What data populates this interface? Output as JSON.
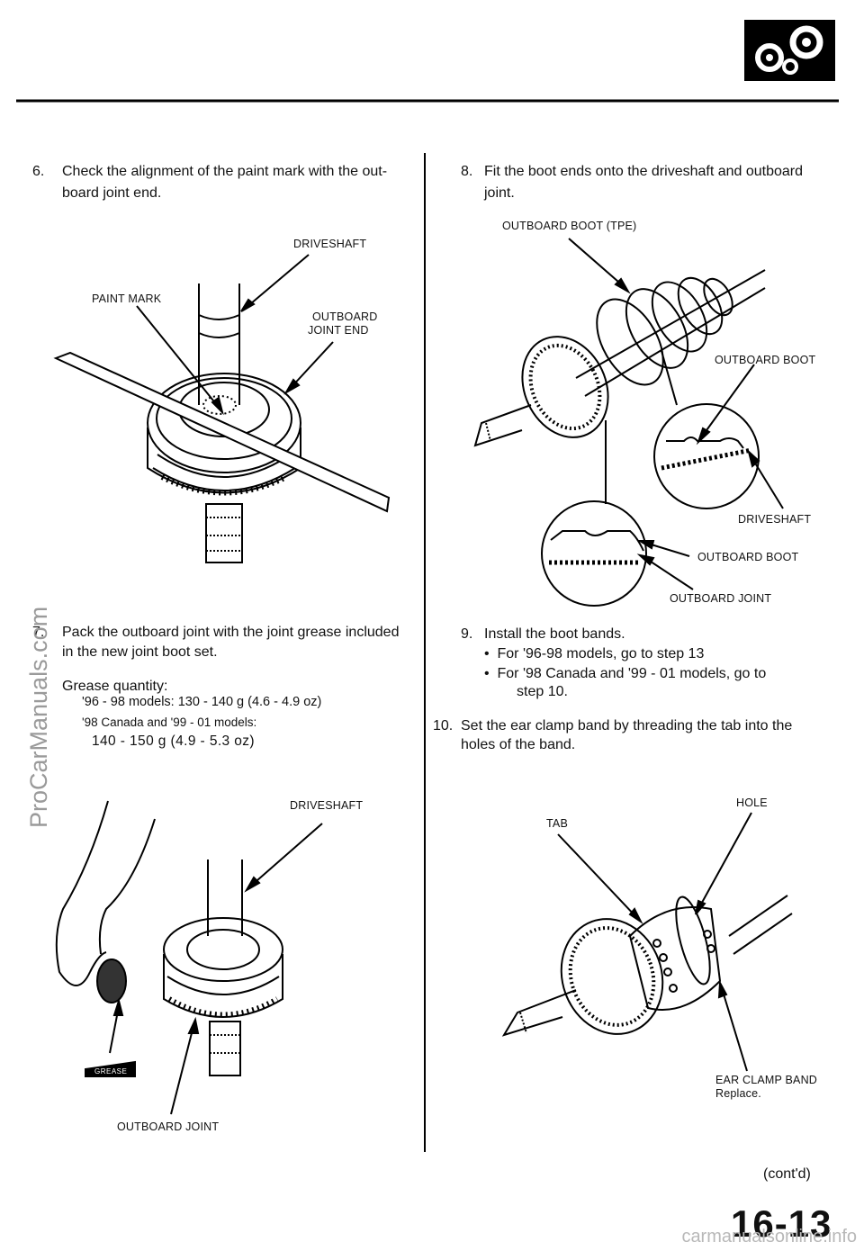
{
  "section_icon": "gears-icon",
  "left": {
    "step6": {
      "num": "6.",
      "line1": "Check the alignment of the paint mark with the out-",
      "line2": "board joint end."
    },
    "fig1": {
      "driveshaft": "DRIVESHAFT",
      "paint_mark": "PAINT MARK",
      "outboard_joint_end_1": "OUTBOARD",
      "outboard_joint_end_2": "JOINT END"
    },
    "step7": {
      "num": "7.",
      "line1": "Pack the outboard joint with the joint grease included",
      "line2": "in the new joint boot set."
    },
    "grease": {
      "title": "Grease quantity:",
      "line1": "'96 - 98 models: 130 - 140 g (4.6 - 4.9 oz)",
      "line2": "'98 Canada and '99 - 01 models:",
      "line3": "140 - 150 g (4.9 - 5.3 oz)"
    },
    "fig2": {
      "driveshaft": "DRIVESHAFT",
      "outboard_joint": "OUTBOARD JOINT",
      "grease_tube": "GREASE"
    }
  },
  "right": {
    "step8": {
      "num": "8.",
      "line1": "Fit the boot ends onto the driveshaft and outboard",
      "line2": "joint."
    },
    "fig3": {
      "boot_tpe": "OUTBOARD BOOT (TPE)",
      "outboard_boot_1": "OUTBOARD BOOT",
      "driveshaft": "DRIVESHAFT",
      "outboard_boot_2": "OUTBOARD BOOT",
      "outboard_joint": "OUTBOARD JOINT"
    },
    "step9": {
      "num": "9.",
      "line1": "Install the boot bands.",
      "bullet1": "For '96-98 models, go to step 13",
      "bullet2": "For '98 Canada and '99 - 01 models, go to",
      "bullet2b": "step 10."
    },
    "step10": {
      "num": "10.",
      "line1": "Set the ear clamp band by threading the tab into the",
      "line2": "holes of the band."
    },
    "fig4": {
      "hole": "HOLE",
      "tab": "TAB",
      "ear_clamp": "EAR CLAMP BAND",
      "replace": "Replace."
    },
    "contd": "(cont'd)"
  },
  "page_number": "16-13",
  "watermark_side": "ProCarManuals.com",
  "watermark_bottom": "carmanualsonline.info"
}
